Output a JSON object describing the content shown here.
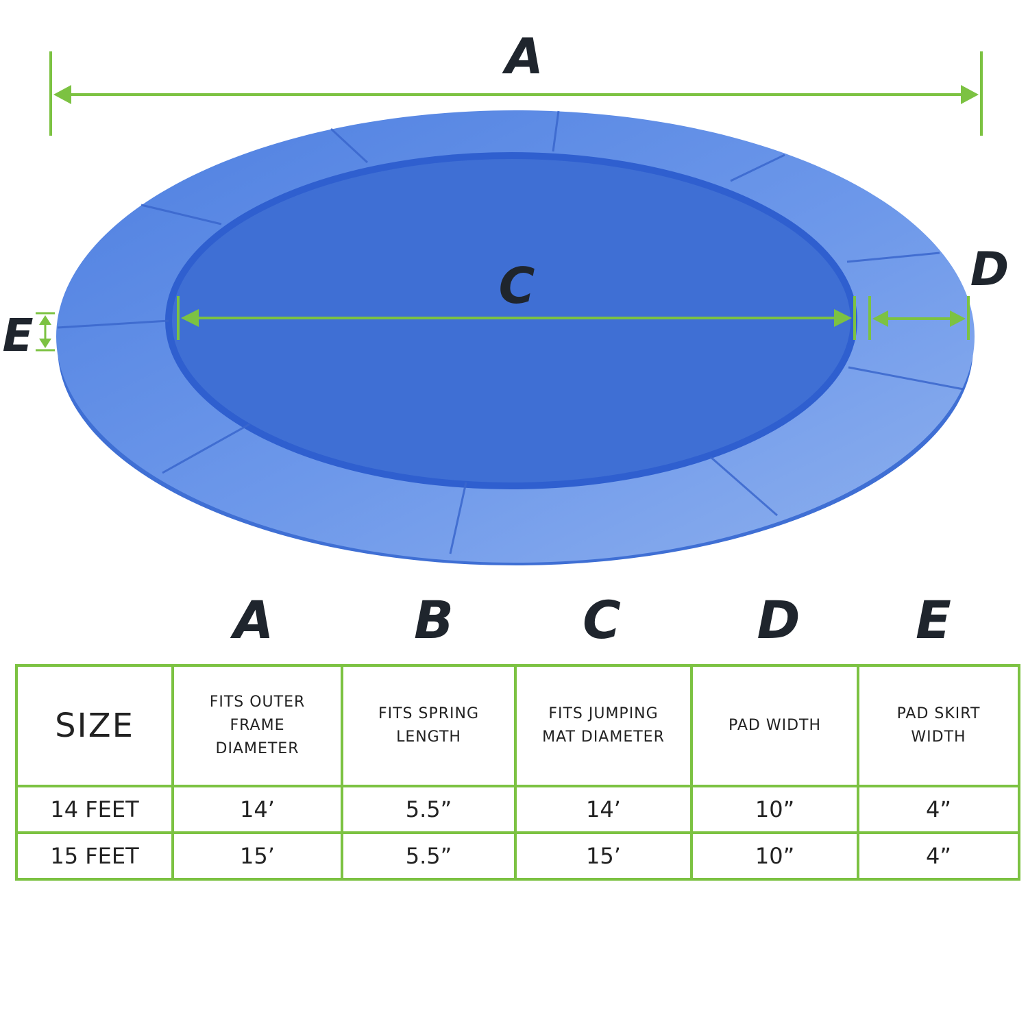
{
  "diagram": {
    "labels": {
      "a": "A",
      "c": "C",
      "d": "D",
      "e": "E"
    },
    "colors": {
      "pad_blue": "#5d8ee6",
      "pad_edge": "#3f6fd4",
      "arrow_green": "#7cc242",
      "letter_dark": "#1f252d"
    }
  },
  "column_letters": [
    "A",
    "B",
    "C",
    "D",
    "E"
  ],
  "table": {
    "headers": [
      "SIZE",
      "FITS OUTER FRAME DIAMETER",
      "FITS SPRING LENGTH",
      "FITS JUMPING MAT DIAMETER",
      "PAD WIDTH",
      "PAD SKIRT WIDTH"
    ],
    "rows": [
      [
        "14 FEET",
        "14’",
        "5.5”",
        "14’",
        "10”",
        "4”"
      ],
      [
        "15 FEET",
        "15’",
        "5.5”",
        "15’",
        "10”",
        "4”"
      ]
    ],
    "border_color": "#7cc242"
  }
}
